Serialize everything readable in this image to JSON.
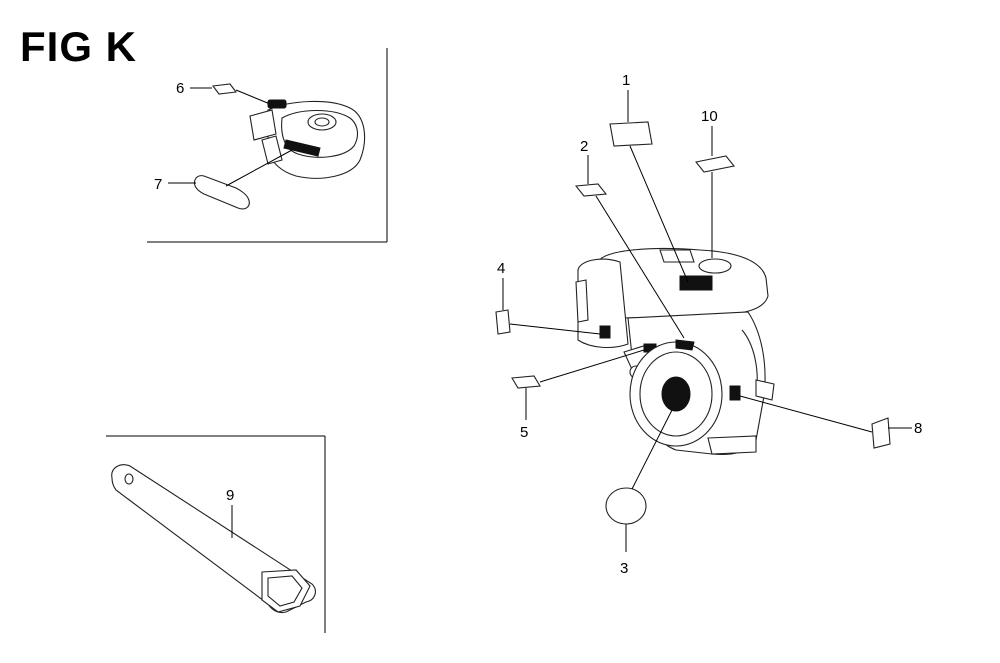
{
  "figure": {
    "title": "FIG K"
  },
  "callouts": {
    "c1": "1",
    "c2": "2",
    "c3": "3",
    "c4": "4",
    "c5": "5",
    "c6": "6",
    "c7": "7",
    "c8": "8",
    "c9": "9",
    "c10": "10"
  }
}
